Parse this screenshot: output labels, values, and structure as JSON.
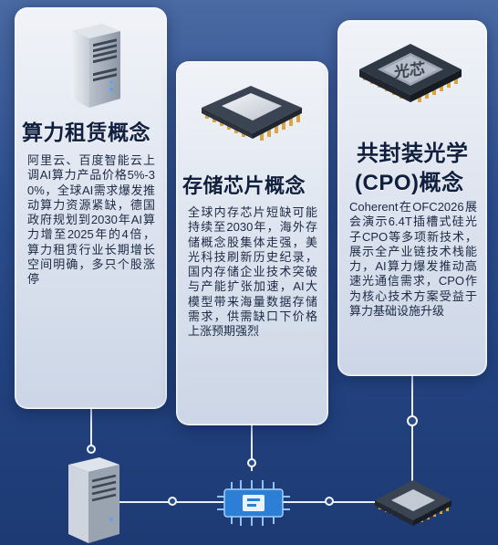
{
  "cards": [
    {
      "icon": "server-icon",
      "title": "算力租赁概念",
      "body": "阿里云、百度智能云上调AI算力产品价格5%-30%，全球AI需求爆发推动算力资源紧缺，德国政府规划到2030年AI算力增至2025年的4倍，算力租赁行业长期增长空间明确，多只个股涨停"
    },
    {
      "icon": "memory-chip-icon",
      "title": "存储芯片概念",
      "body": "全球内存芯片短缺可能持续至2030年，海外存储概念股集体走强，美光科技刷新历史纪录，国内存储企业技术突破与产能扩张加速，AI大模型带来海量数据存储需求，供需缺口下价格上涨预期强烈"
    },
    {
      "icon": "cpo-chip-icon",
      "icon_label": "光芯",
      "title_line1": "共封装光学",
      "title_line2": "(CPO)概念",
      "body": "Coherent在OFC2026展会演示6.4T插槽式硅光子CPO等多项新技术，展示全产业链技术栈能力，AI算力爆发推动高速光通信需求，CPO作为核心技术方案受益于算力基础设施升级"
    }
  ],
  "colors": {
    "background_top": "#4a6aa3",
    "background_bottom": "#1d3a73",
    "card": "#eef2f9",
    "title_text": "#0f1f3d",
    "body_text": "#1b2a45",
    "chip_accent": "#2d7fd6"
  },
  "bottom_icons": [
    "server-icon",
    "chip-icon",
    "cpu-chip-icon"
  ]
}
